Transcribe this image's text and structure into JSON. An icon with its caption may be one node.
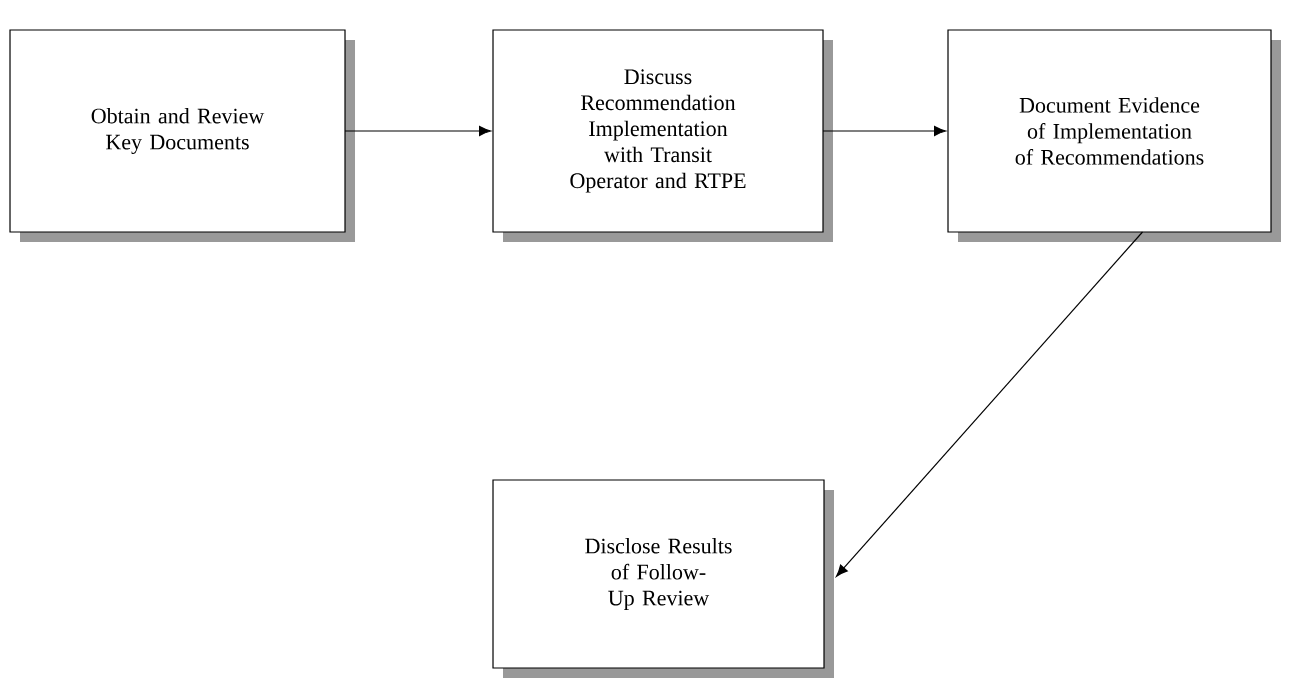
{
  "diagram": {
    "nodes": [
      {
        "text": [
          "Obtain and Review Key Documents"
        ]
      },
      {
        "text": [
          "Discuss Recommendation Implementation with Transit Operator and RTPE"
        ]
      },
      {
        "text": [
          "Document Evidence of Implementation of Recommendations"
        ]
      },
      {
        "text": [
          "Disclose Results of Follow-Up Review"
        ]
      }
    ],
    "edges": [
      {
        "from": 0,
        "to": 1,
        "arrow": "to"
      },
      {
        "from": 1,
        "to": 2,
        "arrow": "to"
      },
      {
        "from": 2,
        "to": 3,
        "arrow": "to"
      }
    ]
  }
}
